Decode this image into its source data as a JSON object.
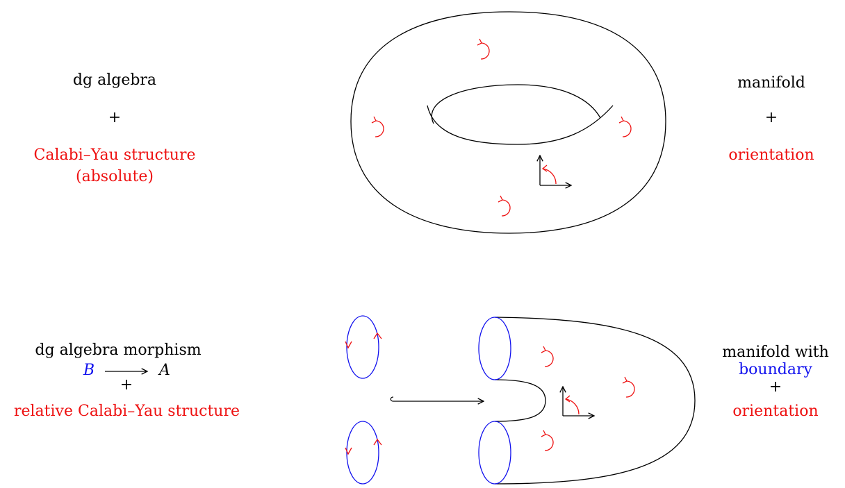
{
  "top": {
    "left_lines": [
      "dg algebra",
      "+",
      "Calabi–Yau structure",
      "(absolute)"
    ],
    "right_lines": [
      "manifold",
      "+",
      "orientation"
    ]
  },
  "bottom": {
    "left": {
      "title": "dg algebra morphism",
      "source": "B",
      "target": "A",
      "plus": "+",
      "structure": "relative Calabi–Yau structure"
    },
    "right_lines": [
      "manifold with",
      "boundary",
      "+",
      "orientation"
    ]
  },
  "colors": {
    "structure": "#ee1111",
    "boundary": "#1111ee",
    "stroke": "#000000"
  }
}
